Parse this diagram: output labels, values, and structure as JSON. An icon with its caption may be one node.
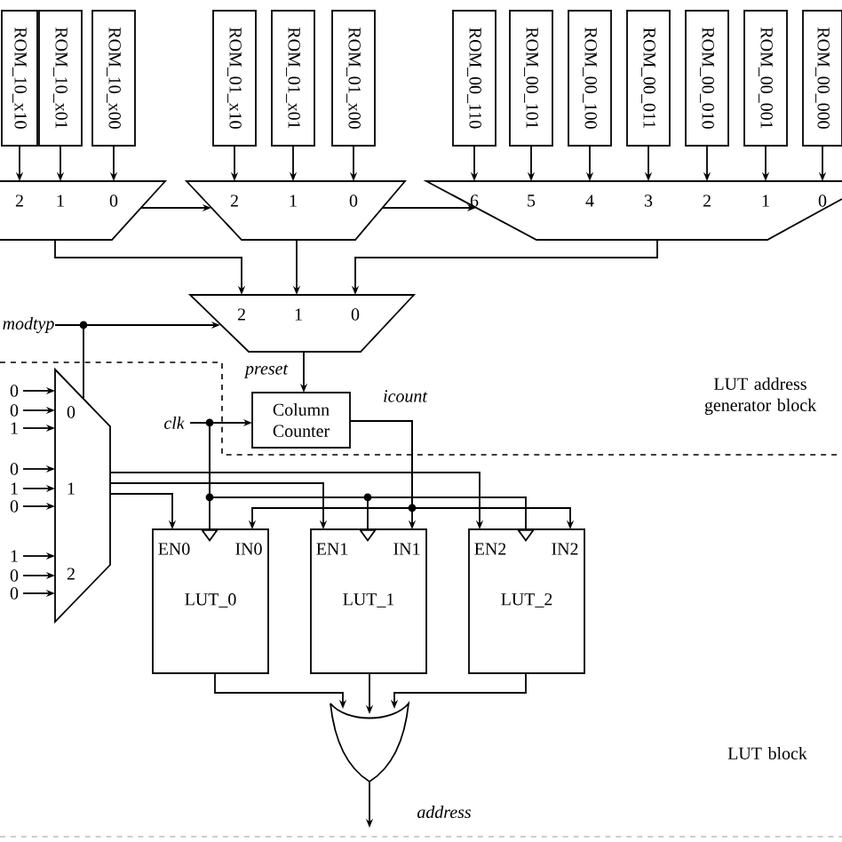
{
  "diagram": {
    "nodes": [
      {
        "text": [
          "ROM_10_x10"
        ]
      },
      {
        "text": [
          "ROM_10_x01"
        ]
      },
      {
        "text": [
          "ROM_10_x00"
        ]
      },
      {
        "text": [
          "ROM_01_x10"
        ]
      },
      {
        "text": [
          "ROM_01_x01"
        ]
      },
      {
        "text": [
          "ROM_01_x00"
        ]
      },
      {
        "text": [
          "ROM_00_110"
        ]
      },
      {
        "text": [
          "ROM_00_101"
        ]
      },
      {
        "text": [
          "ROM_00_100"
        ]
      },
      {
        "text": [
          "ROM_00_011"
        ]
      },
      {
        "text": [
          "ROM_00_010"
        ]
      },
      {
        "text": [
          "ROM_00_001"
        ]
      },
      {
        "text": [
          "ROM_00_000"
        ]
      },
      {
        "text": [
          "2",
          "1",
          "0"
        ]
      },
      {
        "text": [
          "2",
          "1",
          "0"
        ]
      },
      {
        "text": [
          "6",
          "5",
          "4",
          "3",
          "2",
          "1",
          "0"
        ]
      },
      {
        "text": [
          "2",
          "1",
          "0"
        ]
      },
      {
        "text": [
          "modtyp"
        ]
      },
      {
        "text": [
          "Column Counter"
        ]
      },
      {
        "text": [
          "clk"
        ]
      },
      {
        "text": [
          "0",
          "1",
          "2"
        ]
      },
      {
        "text": [
          "0"
        ]
      },
      {
        "text": [
          "0"
        ]
      },
      {
        "text": [
          "1"
        ]
      },
      {
        "text": [
          "0"
        ]
      },
      {
        "text": [
          "1"
        ]
      },
      {
        "text": [
          "0"
        ]
      },
      {
        "text": [
          "1"
        ]
      },
      {
        "text": [
          "0"
        ]
      },
      {
        "text": [
          "0"
        ]
      },
      {
        "text": [
          "EN0",
          "IN0",
          "LUT_0"
        ]
      },
      {
        "text": [
          "EN1",
          "IN1",
          "LUT_1"
        ]
      },
      {
        "text": [
          "EN2",
          "IN2",
          "LUT_2"
        ]
      },
      {
        "text": [],
        "shape": "gate"
      }
    ],
    "edges": [
      {
        "from": 0,
        "to": 13,
        "arrow": "to"
      },
      {
        "from": 1,
        "to": 13,
        "arrow": "to"
      },
      {
        "from": 2,
        "to": 13,
        "arrow": "to"
      },
      {
        "from": 3,
        "to": 14,
        "arrow": "to"
      },
      {
        "from": 4,
        "to": 14,
        "arrow": "to"
      },
      {
        "from": 5,
        "to": 14,
        "arrow": "to"
      },
      {
        "from": 6,
        "to": 15,
        "arrow": "to"
      },
      {
        "from": 7,
        "to": 15,
        "arrow": "to"
      },
      {
        "from": 8,
        "to": 15,
        "arrow": "to"
      },
      {
        "from": 9,
        "to": 15,
        "arrow": "to"
      },
      {
        "from": 10,
        "to": 15,
        "arrow": "to"
      },
      {
        "from": 11,
        "to": 15,
        "arrow": "to"
      },
      {
        "from": 12,
        "to": 15,
        "arrow": "to"
      },
      {
        "from": 13,
        "to": 14,
        "arrow": "to"
      },
      {
        "from": 14,
        "to": 15,
        "arrow": "to"
      },
      {
        "from": 13,
        "to": 16,
        "arrow": "to"
      },
      {
        "from": 14,
        "to": 16,
        "arrow": "to"
      },
      {
        "from": 15,
        "to": 16,
        "arrow": "to"
      },
      {
        "from": 17,
        "to": 16,
        "arrow": "to"
      },
      {
        "from": 17,
        "to": 20,
        "arrow": "none"
      },
      {
        "from": 16,
        "to": 18,
        "arrow": "to",
        "label": "preset"
      },
      {
        "from": 19,
        "to": 18,
        "arrow": "to"
      },
      {
        "from": 19,
        "to": 30,
        "arrow": "to"
      },
      {
        "from": 19,
        "to": 31,
        "arrow": "to"
      },
      {
        "from": 19,
        "to": 32,
        "arrow": "to"
      },
      {
        "from": 18,
        "to": 30,
        "arrow": "to"
      },
      {
        "from": 18,
        "to": 31,
        "arrow": "to",
        "label": "icount"
      },
      {
        "from": 18,
        "to": 32,
        "arrow": "to"
      },
      {
        "from": 20,
        "to": 32,
        "arrow": "to"
      },
      {
        "from": 20,
        "to": 31,
        "arrow": "to"
      },
      {
        "from": 20,
        "to": 30,
        "arrow": "to"
      },
      {
        "from": 21,
        "to": 20,
        "arrow": "to"
      },
      {
        "from": 22,
        "to": 20,
        "arrow": "to"
      },
      {
        "from": 23,
        "to": 20,
        "arrow": "to"
      },
      {
        "from": 24,
        "to": 20,
        "arrow": "to"
      },
      {
        "from": 25,
        "to": 20,
        "arrow": "to"
      },
      {
        "from": 26,
        "to": 20,
        "arrow": "to"
      },
      {
        "from": 27,
        "to": 20,
        "arrow": "to"
      },
      {
        "from": 28,
        "to": 20,
        "arrow": "to"
      },
      {
        "from": 29,
        "to": 20,
        "arrow": "to"
      },
      {
        "from": 30,
        "to": 33,
        "arrow": "to"
      },
      {
        "from": 31,
        "to": 33,
        "arrow": "to"
      },
      {
        "from": 32,
        "to": 33,
        "arrow": "to"
      },
      {
        "from": 33,
        "to": null,
        "arrow": "to",
        "label": "address"
      }
    ],
    "labels": [
      "LUT address generator block",
      "LUT block"
    ]
  }
}
